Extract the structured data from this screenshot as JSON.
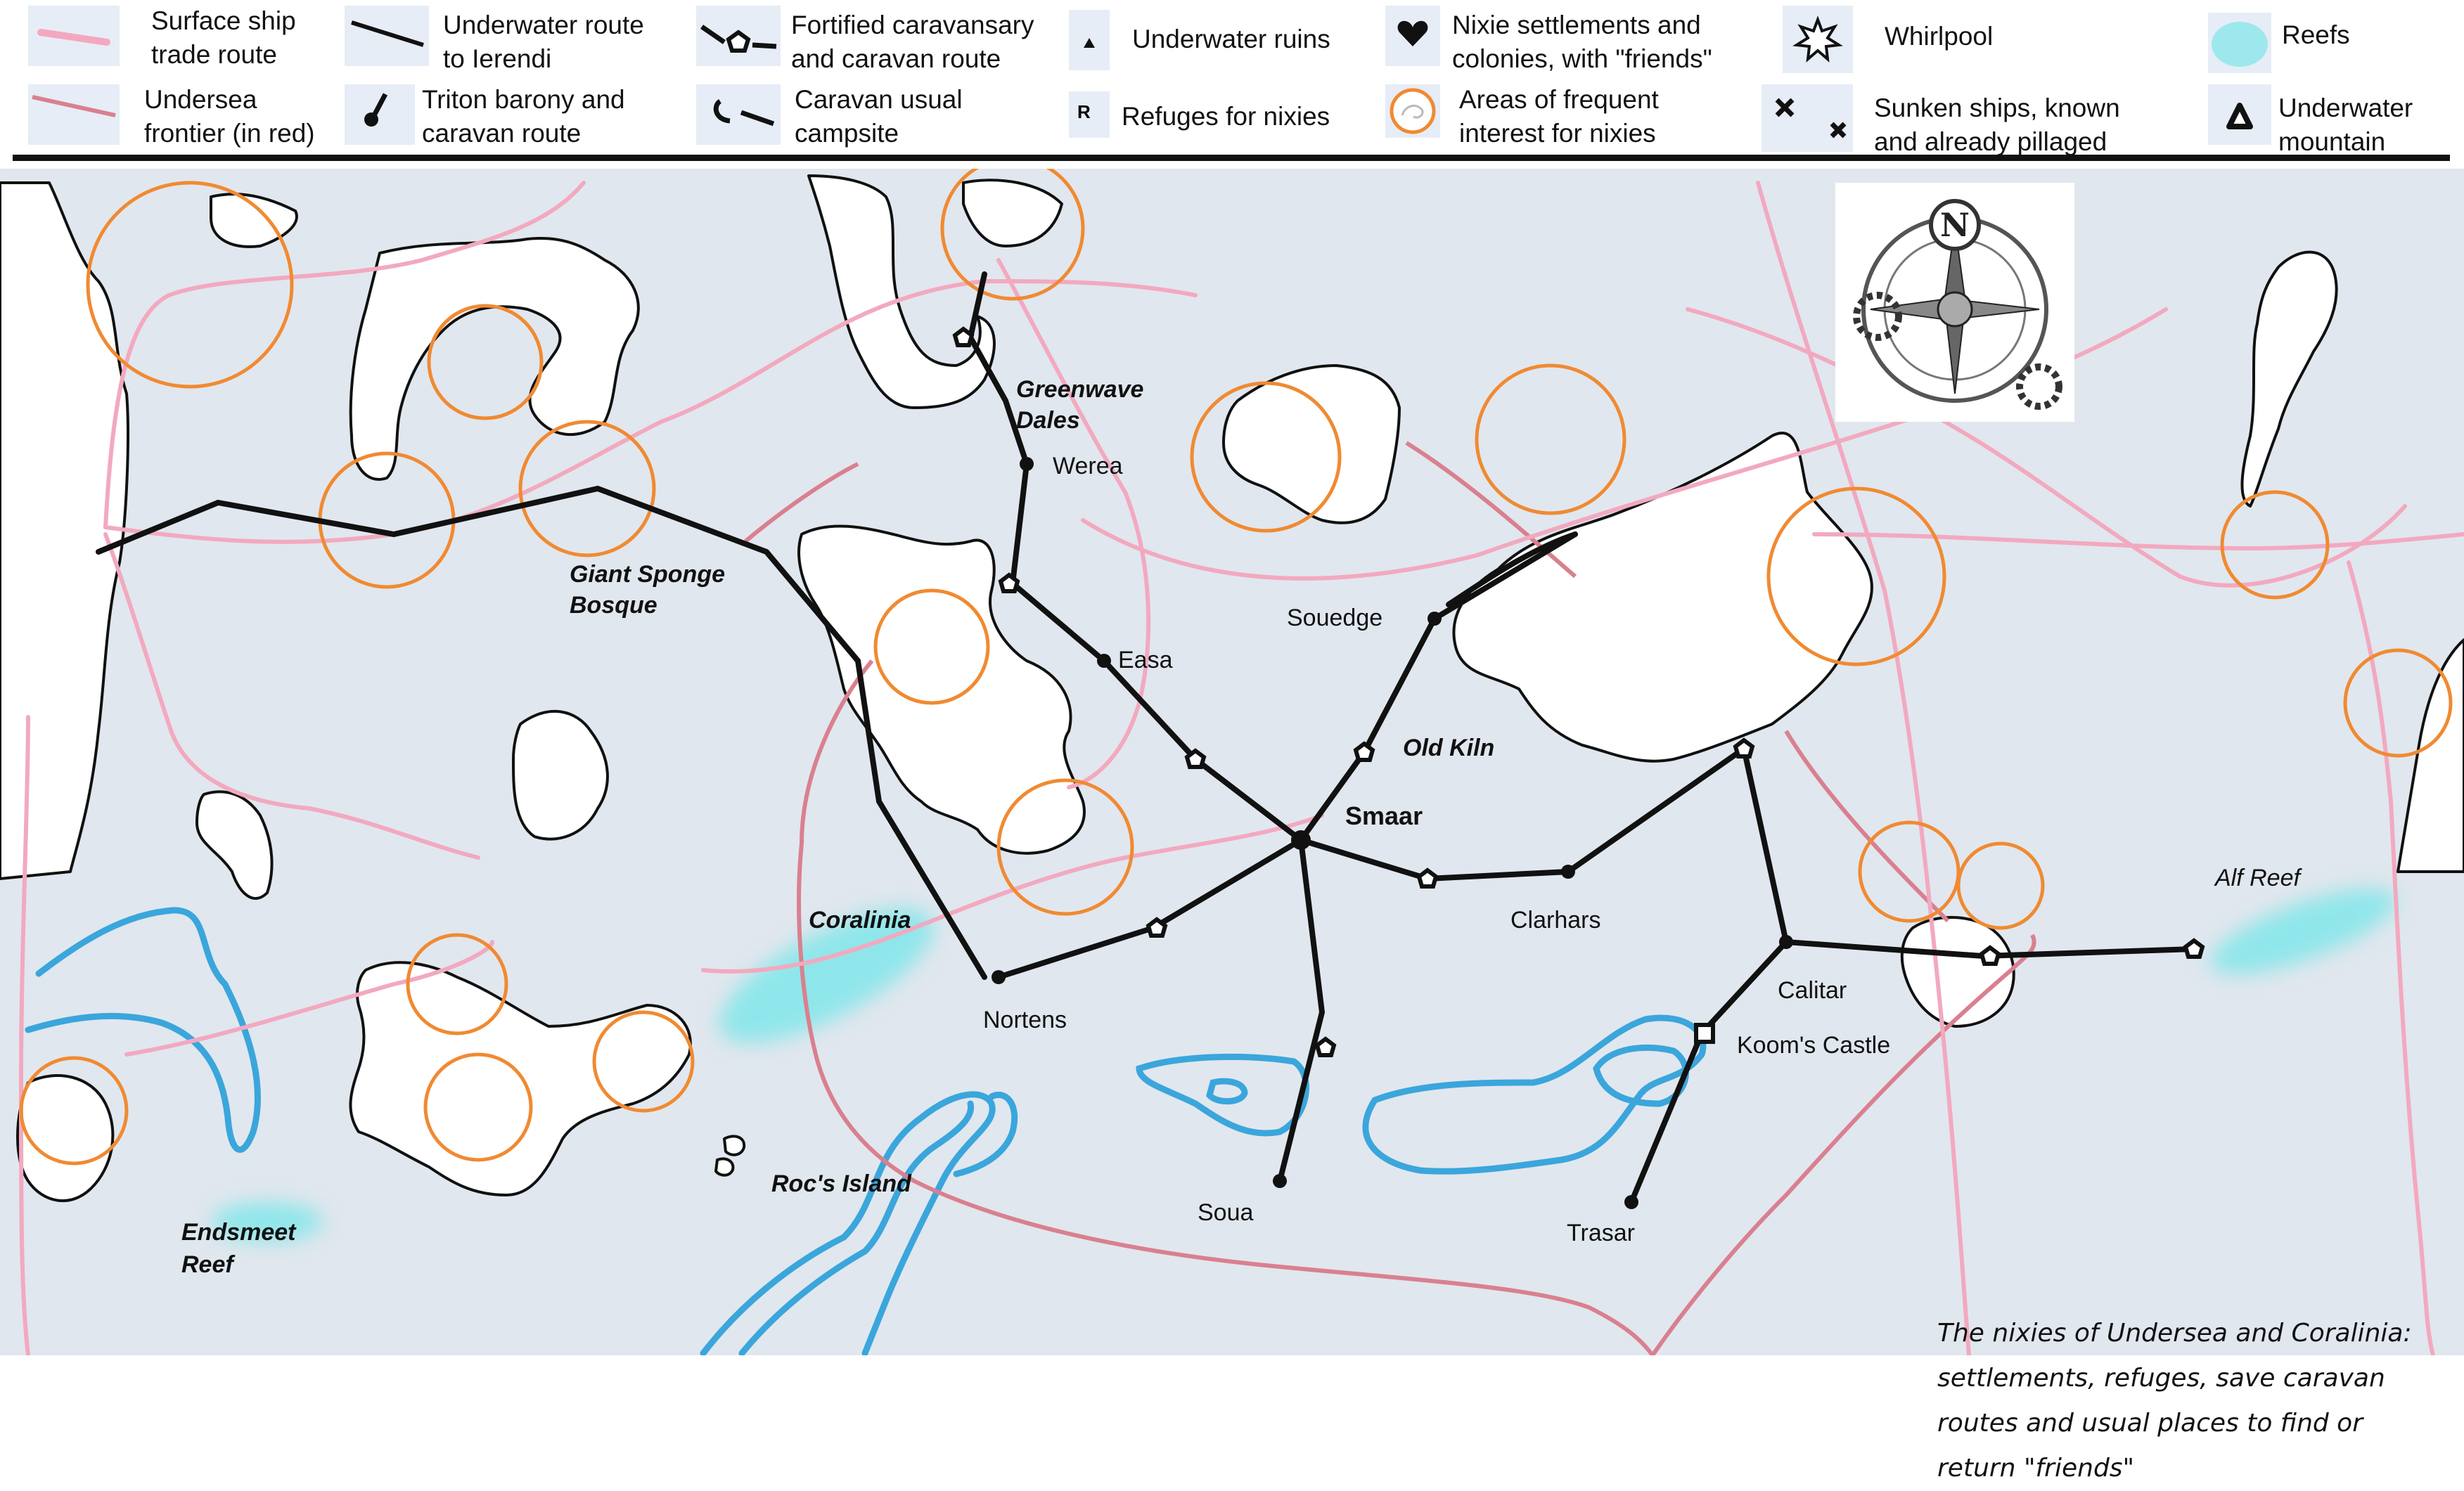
{
  "legend": {
    "items": [
      {
        "key": "surface-route",
        "label": "Surface ship\ntrade route"
      },
      {
        "key": "underwater-route",
        "label": "Underwater route\nto Ierendi"
      },
      {
        "key": "fortified",
        "label": "Fortified caravansary\nand caravan route"
      },
      {
        "key": "ruins",
        "label": "Underwater ruins"
      },
      {
        "key": "settlements",
        "label": "Nixie settlements and\ncolonies, with \"friends\""
      },
      {
        "key": "whirlpool",
        "label": "Whirlpool"
      },
      {
        "key": "reefs",
        "label": "Reefs"
      },
      {
        "key": "frontier",
        "label": "Undersea\nfrontier (in red)"
      },
      {
        "key": "barony",
        "label": "Triton barony and\ncaravan route"
      },
      {
        "key": "campsite",
        "label": "Caravan usual\ncampsite"
      },
      {
        "key": "refuges",
        "label": "Refuges for nixies"
      },
      {
        "key": "interest",
        "label": "Areas of frequent\ninterest for nixies"
      },
      {
        "key": "sunken",
        "label": "Sunken ships, known\nand already pillaged"
      },
      {
        "key": "mountain",
        "label": "Underwater\nmountain"
      }
    ],
    "refuge_glyph": "R"
  },
  "compass": {
    "letter": "N"
  },
  "places": [
    {
      "key": "greenwave",
      "text": "Greenwave\nDales"
    },
    {
      "key": "werea",
      "text": "Werea"
    },
    {
      "key": "giant-sponge",
      "text": "Giant Sponge\nBosque"
    },
    {
      "key": "easa",
      "text": "Easa"
    },
    {
      "key": "souedge",
      "text": "Souedge"
    },
    {
      "key": "old-kiln",
      "text": "Old Kiln"
    },
    {
      "key": "smaar",
      "text": "Smaar"
    },
    {
      "key": "clarhars",
      "text": "Clarhars"
    },
    {
      "key": "calitar",
      "text": "Calitar"
    },
    {
      "key": "koom",
      "text": "Koom's Castle"
    },
    {
      "key": "trasar",
      "text": "Trasar"
    },
    {
      "key": "soua",
      "text": "Soua"
    },
    {
      "key": "nortens",
      "text": "Nortens"
    },
    {
      "key": "coralinia",
      "text": "Coralinia"
    },
    {
      "key": "rocs",
      "text": "Roc's Island"
    },
    {
      "key": "endsmeet",
      "text": "Endsmeet\nReef"
    },
    {
      "key": "alf",
      "text": "Alf Reef"
    }
  ],
  "caption": "The nixies of Undersea and Coralinia:\nsettlements, refuges, save caravan\nroutes and usual places to find or\nreturn \"friends\"",
  "colors": {
    "sea": "#e1e7ee",
    "land": "#ffffff",
    "coast": "#111111",
    "trade_route": "#f2a9bf",
    "frontier": "#d9808f",
    "interest_circle": "#f08a32",
    "reef": "#8fe6ea",
    "trench": "#3aa6dc",
    "caravan": "#111111"
  },
  "icons": [
    "ruins-icon",
    "heart-icon",
    "whirlpool-icon",
    "reef-icon",
    "refuge-icon",
    "interest-circle-icon",
    "sunken-ship-icon",
    "mountain-icon",
    "fortified-caravansary-icon",
    "campsite-icon",
    "barony-icon",
    "compass-rose-icon"
  ]
}
